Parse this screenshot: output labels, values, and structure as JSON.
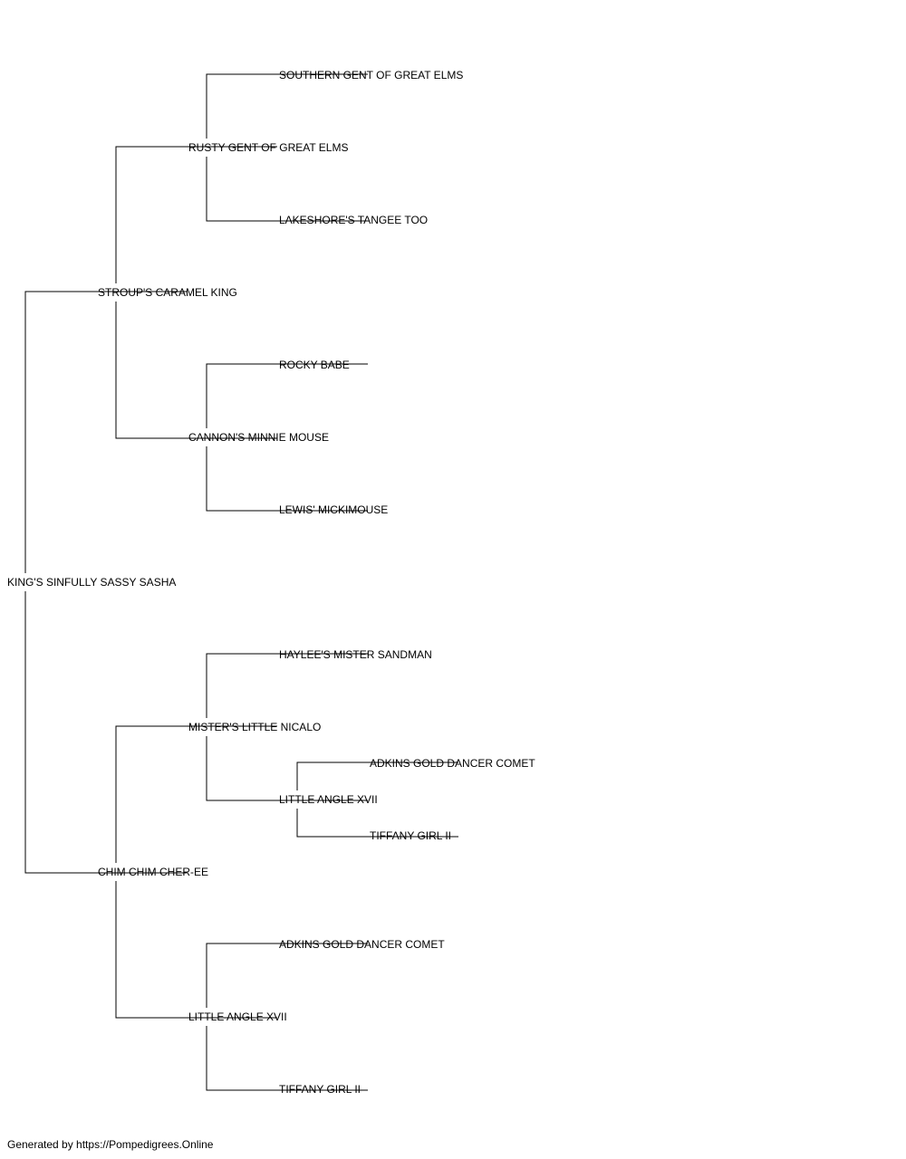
{
  "pedigree": {
    "name": "KING'S SINFULLY SASSY SASHA",
    "sire": {
      "name": "STROUP'S CARAMEL KING",
      "sire": {
        "name": "RUSTY GENT OF GREAT ELMS",
        "sire": {
          "name": "SOUTHERN GENT OF GREAT ELMS"
        },
        "dam": {
          "name": "LAKESHORE'S TANGEE TOO"
        }
      },
      "dam": {
        "name": "CANNON'S MINNIE MOUSE",
        "sire": {
          "name": "ROCKY BABE"
        },
        "dam": {
          "name": "LEWIS' MICKIMOUSE"
        }
      }
    },
    "dam": {
      "name": "CHIM CHIM CHER-EE",
      "sire": {
        "name": "MISTER'S LITTLE NICALO",
        "sire": {
          "name": "HAYLEE'S MISTER SANDMAN"
        },
        "dam": {
          "name": "LITTLE ANGLE XVII",
          "sire": {
            "name": "ADKINS GOLD DANCER COMET"
          },
          "dam": {
            "name": "TIFFANY GIRL II"
          }
        }
      },
      "dam": {
        "name": "LITTLE ANGLE XVII",
        "sire": {
          "name": "ADKINS GOLD DANCER COMET"
        },
        "dam": {
          "name": "TIFFANY GIRL II"
        }
      }
    }
  },
  "footer": "Generated by https://Pompedigrees.Online"
}
